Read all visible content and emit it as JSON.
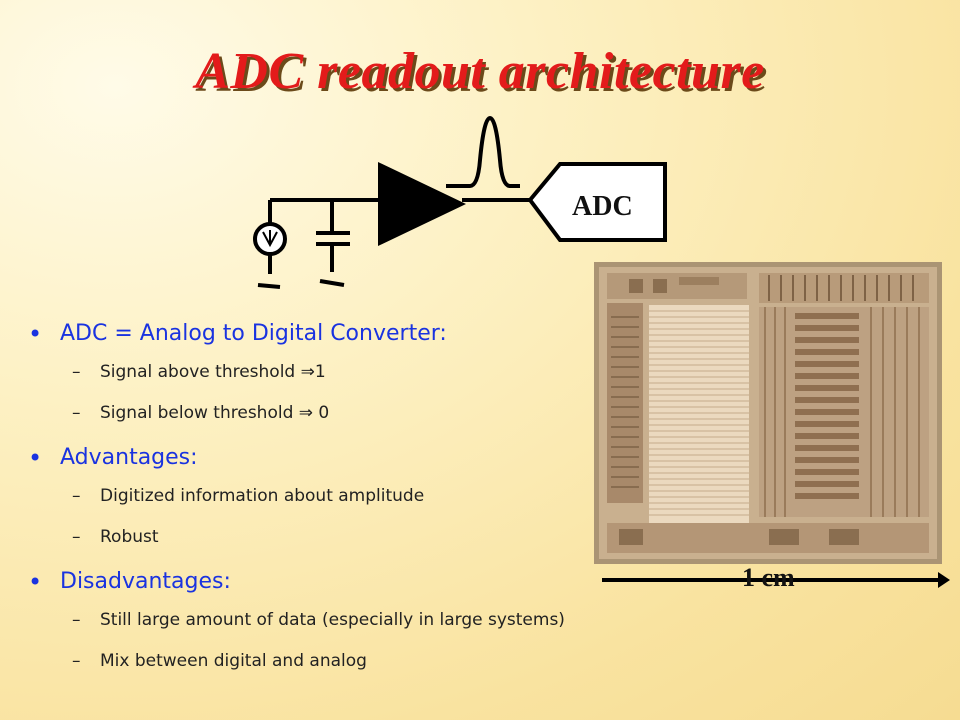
{
  "title": "ADC readout architecture",
  "diagram": {
    "adc_label": "ADC"
  },
  "chip": {
    "scale_label": "1 cm"
  },
  "bullets": [
    {
      "text": "ADC = Analog to Digital Converter:",
      "sub": [
        "Signal above threshold ⇒1",
        "Signal below threshold  ⇒ 0"
      ]
    },
    {
      "text": "Advantages:",
      "sub": [
        "Digitized information about amplitude",
        "Robust"
      ]
    },
    {
      "text": "Disadvantages:",
      "sub": [
        "Still large amount of data (especially in large systems)",
        "Mix between digital and analog"
      ]
    }
  ],
  "colors": {
    "title": "#e31b1b",
    "bullet": "#1a33e0",
    "subtext": "#222222"
  }
}
